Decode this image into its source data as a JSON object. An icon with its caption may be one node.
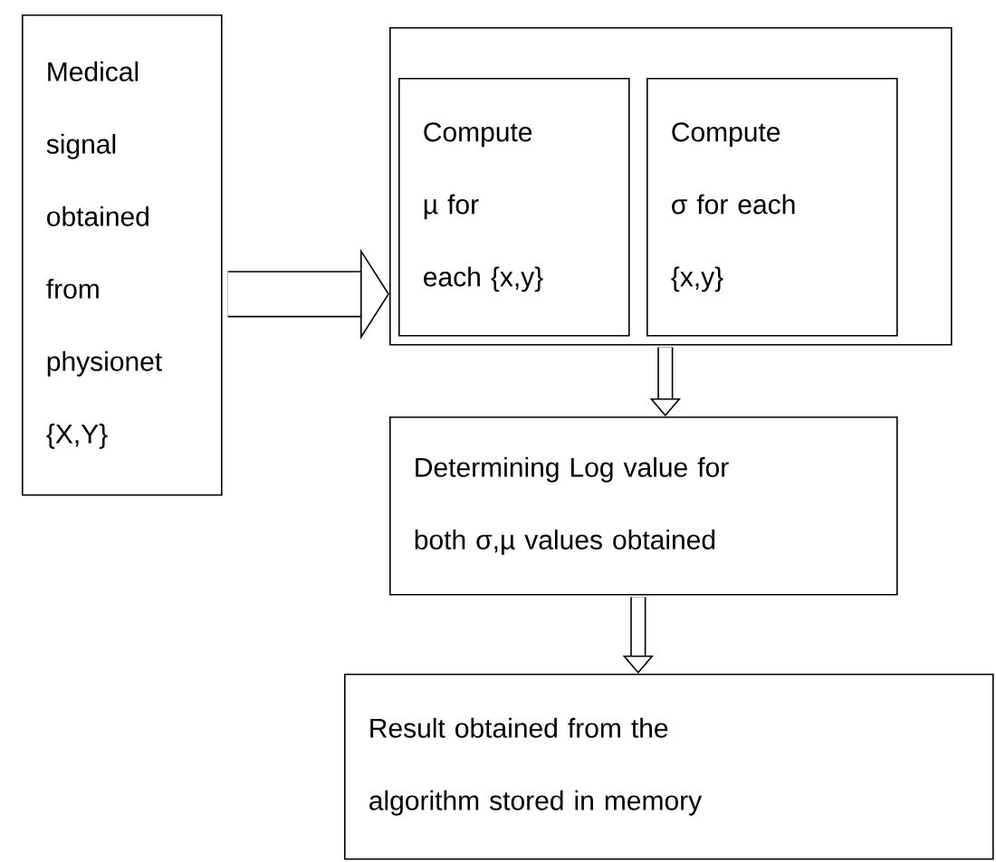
{
  "diagram": {
    "nodes": [
      {
        "text": [
          "Medical signal obtained from physionet {X,Y}"
        ]
      },
      {
        "text": [],
        "shape": "box"
      },
      {
        "text": [
          "Compute µ for each {x,y}"
        ],
        "in": 1
      },
      {
        "text": [
          "Compute σ for each {x,y}"
        ],
        "in": 1
      },
      {
        "text": [
          "Determining Log value for both σ,µ values obtained"
        ]
      },
      {
        "text": [
          "Result obtained from the algorithm stored in memory"
        ]
      }
    ],
    "edges": [
      {
        "from": 0,
        "to": 1,
        "arrow": "to",
        "style": "thick"
      },
      {
        "from": 1,
        "to": 4,
        "arrow": "to"
      },
      {
        "from": 4,
        "to": 5,
        "arrow": "to"
      }
    ]
  }
}
